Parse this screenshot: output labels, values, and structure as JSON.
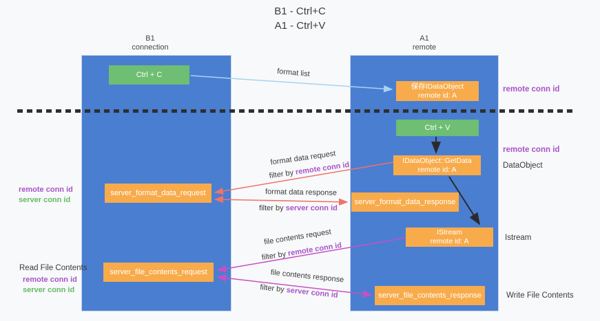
{
  "title": {
    "line1": "B1 - Ctrl+C",
    "line2": "A1 - Ctrl+V"
  },
  "lifelines": {
    "b1": {
      "name": "B1",
      "sub": "connection"
    },
    "a1": {
      "name": "A1",
      "sub": "remote"
    }
  },
  "boxes": {
    "ctrl_c": {
      "label": "Ctrl + C"
    },
    "save_dataobject": {
      "line1": "保存IDataObject",
      "line2": "remote id: A"
    },
    "ctrl_v": {
      "label": "Ctrl + V"
    },
    "getdata": {
      "line1": "IDataObject::GetData",
      "line2": "remote id: A"
    },
    "istream": {
      "line1": "IStream",
      "line2": "remote id: A"
    },
    "format_request": {
      "label": "server_format_data_request"
    },
    "format_response": {
      "label": "server_format_data_response"
    },
    "file_request": {
      "label": "server_file_contents_request"
    },
    "file_response": {
      "label": "server_file_contents_response"
    }
  },
  "arrows": {
    "format_list": {
      "label": "format list"
    },
    "format_data_request": {
      "label": "format data request",
      "filter_prefix": "filter by ",
      "filter_key": "remote conn id"
    },
    "format_data_response": {
      "label": "format data response",
      "filter_prefix": "filter by ",
      "filter_key": "server conn id"
    },
    "file_contents_request": {
      "label": "file contents request",
      "filter_prefix": "filter by ",
      "filter_key": "remote conn id"
    },
    "file_contents_response": {
      "label": "file contents response",
      "filter_prefix": "filter by ",
      "filter_key": "server conn id"
    }
  },
  "annotations": {
    "right_top_remote_conn_id": "remote conn id",
    "right_mid_remote_conn_id": "remote conn id",
    "dataobject": "DataObject",
    "istream": "Istream",
    "write_file_contents": "Write File Contents",
    "left_top": {
      "remote": "remote conn id",
      "server": "server conn id"
    },
    "left_bottom": {
      "title": "Read File Contents",
      "remote": "remote conn id",
      "server": "server conn id"
    }
  },
  "colors": {
    "background": "#F8F9FA",
    "lifeline_blue": "#4A7ED1",
    "box_orange": "#F8AB4B",
    "box_green": "#6EBE73",
    "arrow_light_blue": "#A8D2F0",
    "arrow_red": "#EE7368",
    "arrow_magenta": "#C750C7",
    "arrow_black": "#2B2B2B",
    "text_purple": "#A854C8",
    "text_green": "#64BB66",
    "text_dark": "#3A3A3A"
  }
}
